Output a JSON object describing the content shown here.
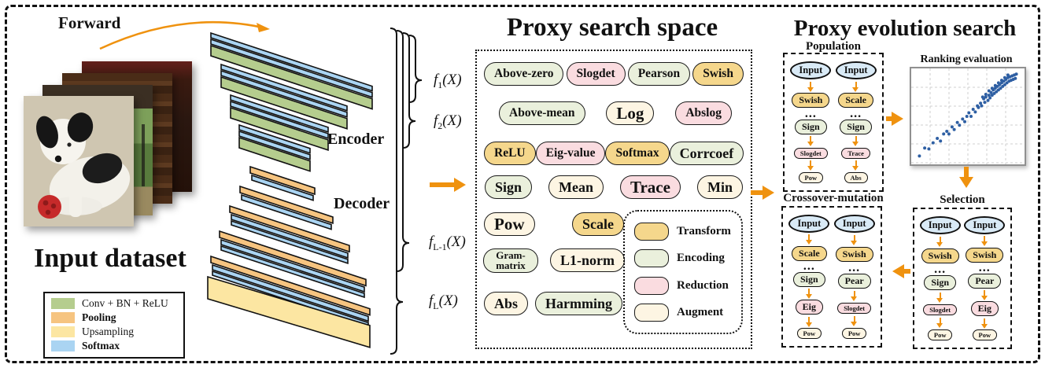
{
  "colors": {
    "transform": "#f5d78c",
    "encoding": "#eaf0dc",
    "reduction": "#fadce0",
    "augment": "#fdf5e3",
    "input_node": "#d9eaf6",
    "arrow_orange": "#ef920f",
    "net_conv": "#b5cd8e",
    "net_pooling": "#f6c480",
    "net_upsampling": "#fce6a2",
    "net_softmax": "#aad4f2",
    "scatter_dot": "#2e5fa3"
  },
  "left_section": {
    "forward_label": "Forward",
    "input_dataset_label": "Input dataset",
    "network_legend": [
      {
        "label": "Conv + BN + ReLU",
        "color": "#b5cd8e",
        "bold": false
      },
      {
        "label": "Pooling",
        "color": "#f6c480",
        "bold": true
      },
      {
        "label": "Upsampling",
        "color": "#fce6a2",
        "bold": false
      },
      {
        "label": "Softmax",
        "color": "#aad4f2",
        "bold": true
      }
    ]
  },
  "encoder_decoder": {
    "encoder_label": "Encoder",
    "decoder_label": "Decoder",
    "feature_maps": [
      "1",
      "2",
      "L-1",
      "L"
    ],
    "feature_var": "f",
    "feature_arg": "(X)"
  },
  "search_space": {
    "title": "Proxy search space",
    "rows": [
      [
        {
          "label": "Above-zero",
          "cat": "encoding",
          "size": "md"
        },
        {
          "label": "Slogdet",
          "cat": "reduction",
          "size": "md"
        },
        {
          "label": "Pearson",
          "cat": "encoding",
          "size": "md"
        },
        {
          "label": "Swish",
          "cat": "transform",
          "size": "md"
        }
      ],
      [
        {
          "label": "Above-mean",
          "cat": "encoding",
          "size": "md"
        },
        {
          "label": "Log",
          "cat": "augment",
          "size": "xl"
        },
        {
          "label": "Abslog",
          "cat": "reduction",
          "size": "md"
        }
      ],
      [
        {
          "label": "ReLU",
          "cat": "transform",
          "size": "md"
        },
        {
          "label": "Eig-value",
          "cat": "reduction",
          "size": "md"
        },
        {
          "label": "Softmax",
          "cat": "transform",
          "size": "md"
        },
        {
          "label": "Corrcoef",
          "cat": "encoding",
          "size": "lg"
        }
      ],
      [
        {
          "label": "Sign",
          "cat": "encoding",
          "size": "lg"
        },
        {
          "label": "Mean",
          "cat": "augment",
          "size": "lg"
        },
        {
          "label": "Trace",
          "cat": "reduction",
          "size": "xl"
        },
        {
          "label": "Min",
          "cat": "augment",
          "size": "lg"
        }
      ],
      [
        {
          "label": "Pow",
          "cat": "augment",
          "size": "xl"
        },
        {
          "label": "Scale",
          "cat": "transform",
          "size": "lg"
        }
      ],
      [
        {
          "label": "Gram-matrix",
          "cat": "encoding",
          "size": "sm",
          "wrap": true
        },
        {
          "label": "L1-norm",
          "cat": "augment",
          "size": "lg"
        }
      ],
      [
        {
          "label": "Abs",
          "cat": "augment",
          "size": "lg"
        },
        {
          "label": "Harmming",
          "cat": "encoding",
          "size": "lg"
        }
      ]
    ],
    "legend": [
      {
        "label": "Transform",
        "cat": "transform"
      },
      {
        "label": "Encoding",
        "cat": "encoding"
      },
      {
        "label": "Reduction",
        "cat": "reduction"
      },
      {
        "label": "Augment",
        "cat": "augment"
      }
    ]
  },
  "evolution": {
    "title": "Proxy evolution search",
    "population": {
      "label": "Population",
      "chains": [
        [
          {
            "label": "Input",
            "cat": "input"
          },
          {
            "label": "Swish",
            "cat": "transform"
          },
          {
            "label": "...",
            "cat": "dots"
          },
          {
            "label": "Sign",
            "cat": "encoding"
          },
          {
            "label": "Slogdet",
            "cat": "reduction",
            "small": true
          },
          {
            "label": "Pow",
            "cat": "augment",
            "small": true
          }
        ],
        [
          {
            "label": "Input",
            "cat": "input"
          },
          {
            "label": "Scale",
            "cat": "transform"
          },
          {
            "label": "...",
            "cat": "dots"
          },
          {
            "label": "Sign",
            "cat": "encoding"
          },
          {
            "label": "Trace",
            "cat": "reduction",
            "small": true
          },
          {
            "label": "Abs",
            "cat": "augment",
            "small": true
          }
        ]
      ]
    },
    "crossover": {
      "label": "Crossover-mutation",
      "chains": [
        [
          {
            "label": "Input",
            "cat": "input"
          },
          {
            "label": "Scale",
            "cat": "transform"
          },
          {
            "label": "...",
            "cat": "dots"
          },
          {
            "label": "Sign",
            "cat": "encoding"
          },
          {
            "label": "Eig",
            "cat": "reduction"
          },
          {
            "label": "Pow",
            "cat": "augment",
            "small": true
          }
        ],
        [
          {
            "label": "Input",
            "cat": "input"
          },
          {
            "label": "Swish",
            "cat": "transform"
          },
          {
            "label": "...",
            "cat": "dots"
          },
          {
            "label": "Pear",
            "cat": "encoding"
          },
          {
            "label": "Slogdet",
            "cat": "reduction",
            "small": true
          },
          {
            "label": "Pow",
            "cat": "augment",
            "small": true
          }
        ]
      ]
    },
    "selection": {
      "label": "Selection",
      "chains": [
        [
          {
            "label": "Input",
            "cat": "input"
          },
          {
            "label": "Swish",
            "cat": "transform"
          },
          {
            "label": "...",
            "cat": "dots"
          },
          {
            "label": "Sign",
            "cat": "encoding"
          },
          {
            "label": "Slogdet",
            "cat": "reduction",
            "small": true
          },
          {
            "label": "Pow",
            "cat": "augment",
            "small": true
          }
        ],
        [
          {
            "label": "Input",
            "cat": "input"
          },
          {
            "label": "Swish",
            "cat": "transform"
          },
          {
            "label": "...",
            "cat": "dots"
          },
          {
            "label": "Pear",
            "cat": "encoding"
          },
          {
            "label": "Eig",
            "cat": "reduction"
          },
          {
            "label": "Pow",
            "cat": "augment",
            "small": true
          }
        ]
      ]
    },
    "ranking": {
      "label": "Ranking evaluation"
    }
  },
  "chart_data": {
    "type": "scatter",
    "title": "Ranking evaluation",
    "xlabel": "",
    "ylabel": "",
    "xlim": [
      0,
      1
    ],
    "ylim": [
      0,
      1
    ],
    "grid": true,
    "points": [
      [
        0.04,
        0.05
      ],
      [
        0.09,
        0.14
      ],
      [
        0.13,
        0.13
      ],
      [
        0.17,
        0.2
      ],
      [
        0.21,
        0.25
      ],
      [
        0.24,
        0.22
      ],
      [
        0.27,
        0.3
      ],
      [
        0.3,
        0.33
      ],
      [
        0.32,
        0.3
      ],
      [
        0.35,
        0.38
      ],
      [
        0.37,
        0.35
      ],
      [
        0.4,
        0.43
      ],
      [
        0.42,
        0.4
      ],
      [
        0.45,
        0.47
      ],
      [
        0.47,
        0.44
      ],
      [
        0.49,
        0.5
      ],
      [
        0.51,
        0.54
      ],
      [
        0.53,
        0.5
      ],
      [
        0.55,
        0.58
      ],
      [
        0.57,
        0.55
      ],
      [
        0.59,
        0.62
      ],
      [
        0.6,
        0.6
      ],
      [
        0.62,
        0.65
      ],
      [
        0.63,
        0.62
      ],
      [
        0.65,
        0.7
      ],
      [
        0.66,
        0.66
      ],
      [
        0.67,
        0.72
      ],
      [
        0.69,
        0.68
      ],
      [
        0.7,
        0.74
      ],
      [
        0.71,
        0.71
      ],
      [
        0.72,
        0.77
      ],
      [
        0.73,
        0.74
      ],
      [
        0.74,
        0.8
      ],
      [
        0.75,
        0.76
      ],
      [
        0.76,
        0.82
      ],
      [
        0.77,
        0.78
      ],
      [
        0.78,
        0.84
      ],
      [
        0.79,
        0.8
      ],
      [
        0.8,
        0.86
      ],
      [
        0.81,
        0.82
      ],
      [
        0.82,
        0.88
      ],
      [
        0.83,
        0.84
      ],
      [
        0.84,
        0.9
      ],
      [
        0.85,
        0.86
      ],
      [
        0.86,
        0.92
      ],
      [
        0.87,
        0.88
      ],
      [
        0.88,
        0.94
      ],
      [
        0.89,
        0.9
      ],
      [
        0.9,
        0.95
      ],
      [
        0.91,
        0.91
      ],
      [
        0.92,
        0.96
      ],
      [
        0.93,
        0.92
      ],
      [
        0.94,
        0.97
      ],
      [
        0.95,
        0.93
      ],
      [
        0.96,
        0.98
      ],
      [
        0.88,
        0.97
      ],
      [
        0.85,
        0.94
      ],
      [
        0.82,
        0.91
      ],
      [
        0.79,
        0.88
      ],
      [
        0.76,
        0.85
      ],
      [
        0.73,
        0.82
      ],
      [
        0.7,
        0.79
      ],
      [
        0.67,
        0.75
      ],
      [
        0.64,
        0.72
      ]
    ]
  }
}
